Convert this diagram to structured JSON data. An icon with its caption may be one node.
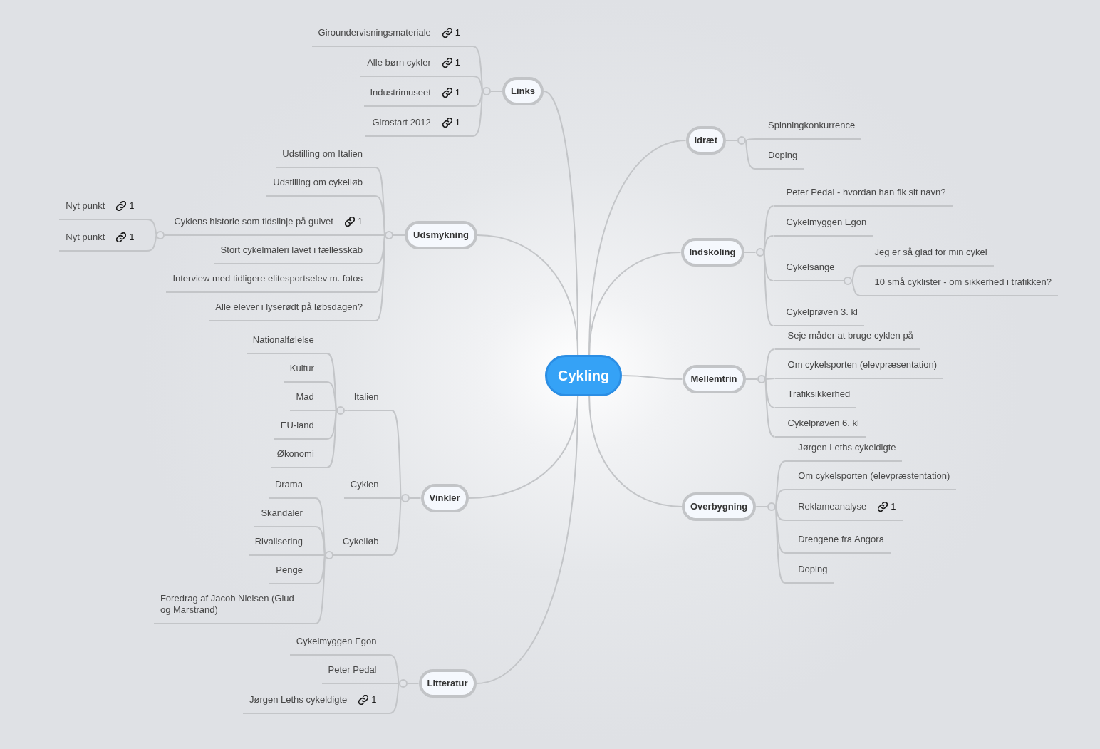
{
  "diagram": {
    "nodes": [
      {
        "text": [
          "Cykling"
        ]
      },
      {
        "text": [
          "Links"
        ]
      },
      {
        "text": [],
        "shape": "circle"
      },
      {
        "text": [
          "Giroundervisningsmateriale",
          "1"
        ]
      },
      {
        "text": [
          "Alle børn cykler",
          "1"
        ]
      },
      {
        "text": [
          "Industrimuseet",
          "1"
        ]
      },
      {
        "text": [
          "Girostart 2012",
          "1"
        ]
      },
      {
        "text": [
          "Udsmykning"
        ]
      },
      {
        "text": [],
        "shape": "circle"
      },
      {
        "text": [
          "Udstilling om Italien"
        ]
      },
      {
        "text": [
          "Udstilling om cykelløb"
        ]
      },
      {
        "text": [
          "Cyklens historie som tidslinje på gulvet",
          "1"
        ]
      },
      {
        "text": [],
        "shape": "circle"
      },
      {
        "text": [
          "Nyt punkt",
          "1"
        ]
      },
      {
        "text": [
          "Nyt punkt",
          "1"
        ]
      },
      {
        "text": [
          "Stort cykelmaleri lavet i fællesskab"
        ]
      },
      {
        "text": [
          "Interview med tidligere elitesportselev m. fotos"
        ]
      },
      {
        "text": [
          "Alle elever i lyserødt på løbsdagen?"
        ]
      },
      {
        "text": [
          "Vinkler"
        ]
      },
      {
        "text": [],
        "shape": "circle"
      },
      {
        "text": [
          "Italien"
        ]
      },
      {
        "text": [],
        "shape": "circle"
      },
      {
        "text": [
          "Nationalfølelse"
        ]
      },
      {
        "text": [
          "Kultur"
        ]
      },
      {
        "text": [
          "Mad"
        ]
      },
      {
        "text": [
          "EU-land"
        ]
      },
      {
        "text": [
          "Økonomi"
        ]
      },
      {
        "text": [
          "Cyklen"
        ]
      },
      {
        "text": [
          "Cykelløb"
        ]
      },
      {
        "text": [],
        "shape": "circle"
      },
      {
        "text": [
          "Drama"
        ]
      },
      {
        "text": [
          "Skandaler"
        ]
      },
      {
        "text": [
          "Rivalisering"
        ]
      },
      {
        "text": [
          "Penge"
        ]
      },
      {
        "text": [
          "Foredrag af Jacob Nielsen (Glud og Marstrand)"
        ]
      },
      {
        "text": [
          "Litteratur"
        ]
      },
      {
        "text": [],
        "shape": "circle"
      },
      {
        "text": [
          "Cykelmyggen Egon"
        ]
      },
      {
        "text": [
          "Peter Pedal"
        ]
      },
      {
        "text": [
          "Jørgen Leths cykeldigte",
          "1"
        ]
      },
      {
        "text": [
          "Idræt"
        ]
      },
      {
        "text": [],
        "shape": "circle"
      },
      {
        "text": [
          "Spinningkonkurrence"
        ]
      },
      {
        "text": [
          "Doping"
        ]
      },
      {
        "text": [
          "Indskoling"
        ]
      },
      {
        "text": [],
        "shape": "circle"
      },
      {
        "text": [
          "Peter Pedal - hvordan han fik sit navn?"
        ]
      },
      {
        "text": [
          "Cykelmyggen Egon"
        ]
      },
      {
        "text": [
          "Cykelsange"
        ]
      },
      {
        "text": [],
        "shape": "circle"
      },
      {
        "text": [
          "Jeg er så glad for min cykel"
        ]
      },
      {
        "text": [
          "10 små cyklister - om sikkerhed i trafikken?"
        ]
      },
      {
        "text": [
          "Cykelprøven 3. kl"
        ]
      },
      {
        "text": [
          "Mellemtrin"
        ]
      },
      {
        "text": [],
        "shape": "circle"
      },
      {
        "text": [
          "Seje måder at bruge cyklen på"
        ]
      },
      {
        "text": [
          "Om cykelsporten (elevpræsentation)"
        ]
      },
      {
        "text": [
          "Trafiksikkerhed"
        ]
      },
      {
        "text": [
          "Cykelprøven 6. kl"
        ]
      },
      {
        "text": [
          "Overbygning"
        ]
      },
      {
        "text": [],
        "shape": "circle"
      },
      {
        "text": [
          "Jørgen Leths cykeldigte"
        ]
      },
      {
        "text": [
          "Om cykelsporten (elevpræstentation)"
        ]
      },
      {
        "text": [
          "Reklameanalyse",
          "1"
        ]
      },
      {
        "text": [
          "Drengene fra Angora"
        ]
      },
      {
        "text": [
          "Doping"
        ]
      }
    ],
    "edges": [
      {
        "from": 0,
        "to": 1,
        "arrow": "none"
      },
      {
        "from": 1,
        "to": 2,
        "arrow": "none"
      },
      {
        "from": 2,
        "to": 3,
        "arrow": "none"
      },
      {
        "from": 2,
        "to": 4,
        "arrow": "none"
      },
      {
        "from": 2,
        "to": 5,
        "arrow": "none"
      },
      {
        "from": 2,
        "to": 6,
        "arrow": "none"
      },
      {
        "from": 0,
        "to": 7,
        "arrow": "none"
      },
      {
        "from": 7,
        "to": 8,
        "arrow": "none"
      },
      {
        "from": 8,
        "to": 9,
        "arrow": "none"
      },
      {
        "from": 8,
        "to": 10,
        "arrow": "none"
      },
      {
        "from": 8,
        "to": 11,
        "arrow": "none"
      },
      {
        "from": 11,
        "to": 12,
        "arrow": "none"
      },
      {
        "from": 12,
        "to": 13,
        "arrow": "none"
      },
      {
        "from": 12,
        "to": 14,
        "arrow": "none"
      },
      {
        "from": 8,
        "to": 15,
        "arrow": "none"
      },
      {
        "from": 8,
        "to": 16,
        "arrow": "none"
      },
      {
        "from": 8,
        "to": 17,
        "arrow": "none"
      },
      {
        "from": 0,
        "to": 18,
        "arrow": "none"
      },
      {
        "from": 18,
        "to": 19,
        "arrow": "none"
      },
      {
        "from": 19,
        "to": 20,
        "arrow": "none"
      },
      {
        "from": 20,
        "to": 21,
        "arrow": "none"
      },
      {
        "from": 21,
        "to": 22,
        "arrow": "none"
      },
      {
        "from": 21,
        "to": 23,
        "arrow": "none"
      },
      {
        "from": 21,
        "to": 24,
        "arrow": "none"
      },
      {
        "from": 21,
        "to": 25,
        "arrow": "none"
      },
      {
        "from": 21,
        "to": 26,
        "arrow": "none"
      },
      {
        "from": 19,
        "to": 27,
        "arrow": "none"
      },
      {
        "from": 19,
        "to": 28,
        "arrow": "none"
      },
      {
        "from": 28,
        "to": 29,
        "arrow": "none"
      },
      {
        "from": 29,
        "to": 30,
        "arrow": "none"
      },
      {
        "from": 29,
        "to": 31,
        "arrow": "none"
      },
      {
        "from": 29,
        "to": 32,
        "arrow": "none"
      },
      {
        "from": 29,
        "to": 33,
        "arrow": "none"
      },
      {
        "from": 29,
        "to": 34,
        "arrow": "none"
      },
      {
        "from": 0,
        "to": 35,
        "arrow": "none"
      },
      {
        "from": 35,
        "to": 36,
        "arrow": "none"
      },
      {
        "from": 36,
        "to": 37,
        "arrow": "none"
      },
      {
        "from": 36,
        "to": 38,
        "arrow": "none"
      },
      {
        "from": 36,
        "to": 39,
        "arrow": "none"
      },
      {
        "from": 0,
        "to": 40,
        "arrow": "none"
      },
      {
        "from": 40,
        "to": 41,
        "arrow": "none"
      },
      {
        "from": 41,
        "to": 42,
        "arrow": "none"
      },
      {
        "from": 41,
        "to": 43,
        "arrow": "none"
      },
      {
        "from": 0,
        "to": 44,
        "arrow": "none"
      },
      {
        "from": 44,
        "to": 45,
        "arrow": "none"
      },
      {
        "from": 45,
        "to": 46,
        "arrow": "none"
      },
      {
        "from": 45,
        "to": 47,
        "arrow": "none"
      },
      {
        "from": 45,
        "to": 48,
        "arrow": "none"
      },
      {
        "from": 48,
        "to": 49,
        "arrow": "none"
      },
      {
        "from": 49,
        "to": 50,
        "arrow": "none"
      },
      {
        "from": 49,
        "to": 51,
        "arrow": "none"
      },
      {
        "from": 45,
        "to": 52,
        "arrow": "none"
      },
      {
        "from": 0,
        "to": 53,
        "arrow": "none"
      },
      {
        "from": 53,
        "to": 54,
        "arrow": "none"
      },
      {
        "from": 54,
        "to": 55,
        "arrow": "none"
      },
      {
        "from": 54,
        "to": 56,
        "arrow": "none"
      },
      {
        "from": 54,
        "to": 57,
        "arrow": "none"
      },
      {
        "from": 54,
        "to": 58,
        "arrow": "none"
      },
      {
        "from": 0,
        "to": 59,
        "arrow": "none"
      },
      {
        "from": 59,
        "to": 60,
        "arrow": "none"
      },
      {
        "from": 60,
        "to": 61,
        "arrow": "none"
      },
      {
        "from": 60,
        "to": 62,
        "arrow": "none"
      },
      {
        "from": 60,
        "to": 63,
        "arrow": "none"
      },
      {
        "from": 60,
        "to": 64,
        "arrow": "none"
      },
      {
        "from": 60,
        "to": 65,
        "arrow": "none"
      }
    ]
  }
}
